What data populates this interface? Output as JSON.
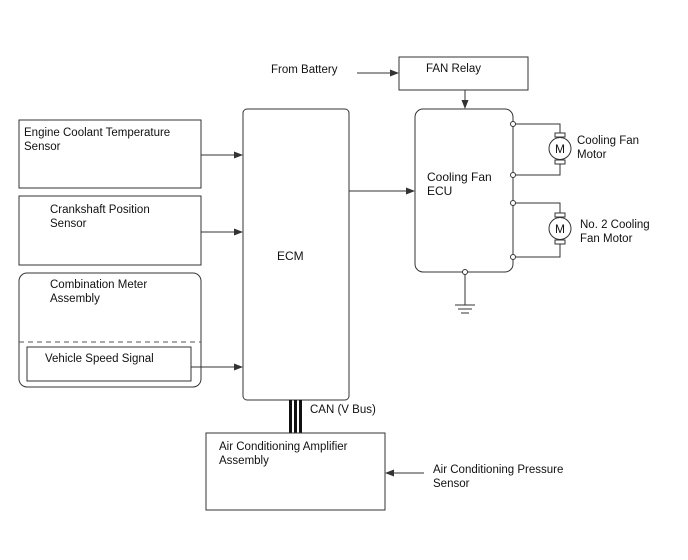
{
  "diagram": {
    "from_battery": "From Battery",
    "fan_relay": "FAN Relay",
    "engine_coolant": [
      "Engine Coolant Temperature",
      "Sensor"
    ],
    "crankshaft": [
      "Crankshaft Position",
      "Sensor"
    ],
    "combination_meter": [
      "Combination Meter",
      "Assembly"
    ],
    "vehicle_speed": "Vehicle Speed Signal",
    "ecm": "ECM",
    "cooling_fan_ecu": [
      "Cooling Fan",
      "ECU"
    ],
    "motor_symbol": "M",
    "cooling_fan_motor": [
      "Cooling Fan",
      "Motor"
    ],
    "no2_cooling_fan_motor": [
      "No. 2 Cooling",
      "Fan Motor"
    ],
    "can_bus": "CAN (V Bus)",
    "ac_amplifier": [
      "Air Conditioning Amplifier",
      "Assembly"
    ],
    "ac_pressure_sensor": [
      "Air Conditioning Pressure",
      "Sensor"
    ]
  }
}
